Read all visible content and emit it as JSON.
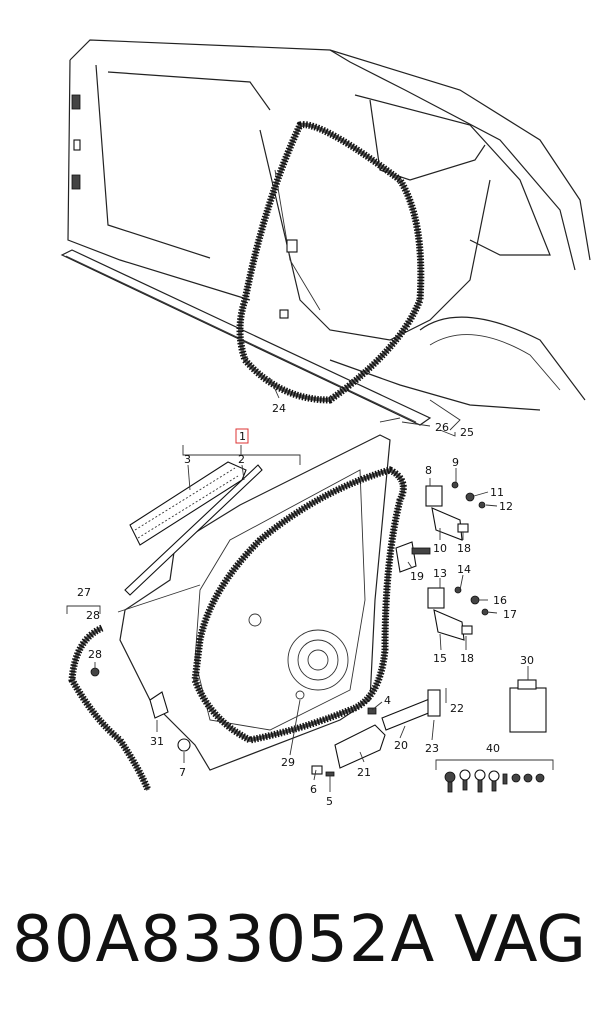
{
  "callouts": {
    "c1": "1",
    "c2": "2",
    "c3": "3",
    "c4": "4",
    "c5": "5",
    "c6": "6",
    "c7": "7",
    "c8": "8",
    "c9": "9",
    "c10": "10",
    "c11": "11",
    "c12": "12",
    "c13": "13",
    "c14": "14",
    "c15": "15",
    "c16": "16",
    "c17": "17",
    "c18a": "18",
    "c18b": "18",
    "c19": "19",
    "c20": "20",
    "c21": "21",
    "c22": "22",
    "c23": "23",
    "c24": "24",
    "c25": "25",
    "c26": "26",
    "c27": "27",
    "c28a": "28",
    "c28b": "28",
    "c29": "29",
    "c30": "30",
    "c31": "31",
    "c40": "40"
  },
  "footer": {
    "part_number": "80A833052A",
    "brand": "VAG"
  },
  "colors": {
    "line": "#222222",
    "highlight_box": "#dd3333"
  }
}
